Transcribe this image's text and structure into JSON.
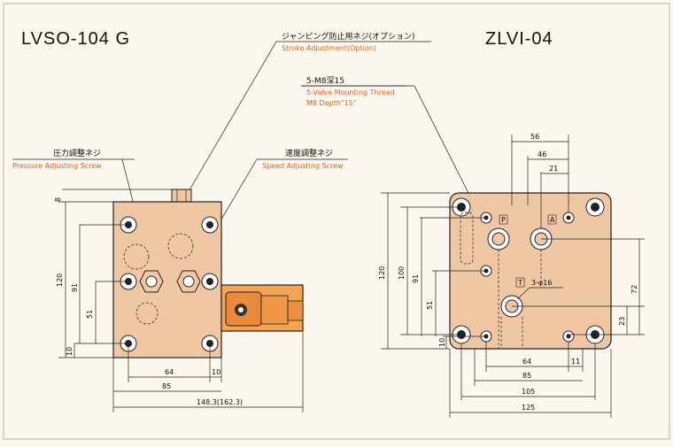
{
  "left_drawing": {
    "title": "LVSO-104 G",
    "stroke_adjust": {
      "jp": "ジャンピング防止用ネジ(オプション)",
      "en": "Stroke Adjustment(Option)"
    },
    "pressure_screw": {
      "jp": "圧力調整ネジ",
      "en": "Pressure Adjusting Screw"
    },
    "speed_screw": {
      "jp": "速度調整ネジ",
      "en": "Speed Adjusting Screw"
    },
    "dims": {
      "d8": "8",
      "d120": "120",
      "d91": "91",
      "d51": "51",
      "d10": "10",
      "d64": "64",
      "d10b": "10",
      "d85": "85",
      "d148": "148.3(162.3)"
    }
  },
  "right_drawing": {
    "title": "ZLVI-04",
    "thread": {
      "code": "5-M8深15",
      "en1": "5-Valve Mounting Thread",
      "en2": "M8 Depth\"15\""
    },
    "ports": {
      "p": "P",
      "a": "A",
      "t": "T"
    },
    "hole_note": "3-φ16",
    "dims": {
      "d56": "56",
      "d46": "46",
      "d21": "21",
      "d120": "120",
      "d100": "100",
      "d91": "91",
      "d51": "51",
      "d10": "10",
      "d72": "72",
      "d23": "23",
      "d64": "64",
      "d11": "11",
      "d85": "85",
      "d105": "105",
      "d125": "125"
    }
  }
}
